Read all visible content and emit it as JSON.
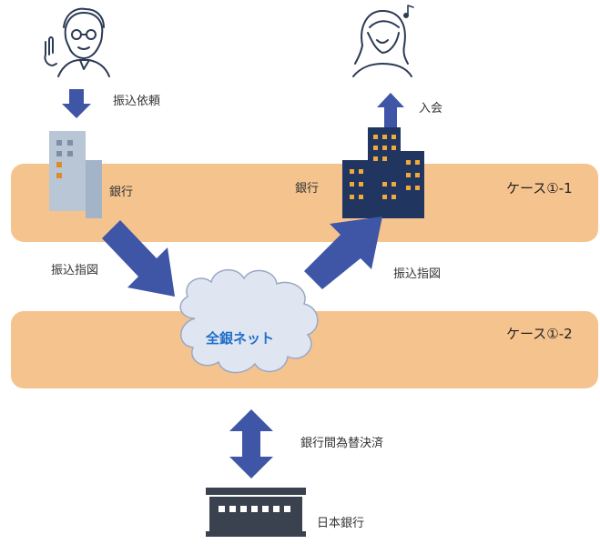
{
  "colors": {
    "band": "#f5c48e",
    "arrow": "#3f55a6",
    "dark_bank": "#203560",
    "light_bank": "#b9c6d6",
    "cloud_fill": "#dfe5f1",
    "cloud_text": "#1f6ec8",
    "boj": "#3a4250"
  },
  "labels": {
    "request": "振込依頼",
    "deposit": "入会",
    "bank_left": "銀行",
    "bank_right": "銀行",
    "instruction_left": "振込指図",
    "instruction_right": "振込指図",
    "network": "全銀ネット",
    "settlement": "銀行間為替決済",
    "boj": "日本銀行"
  },
  "cases": {
    "case1": "ケース①-1",
    "case2": "ケース①-2"
  },
  "icons": {
    "sender": "man-with-glasses-icon",
    "receiver": "smiling-woman-icon",
    "bank_left": "light-bank-building-icon",
    "bank_right": "dark-bank-building-icon",
    "network": "cloud-icon",
    "boj": "central-bank-building-icon"
  }
}
